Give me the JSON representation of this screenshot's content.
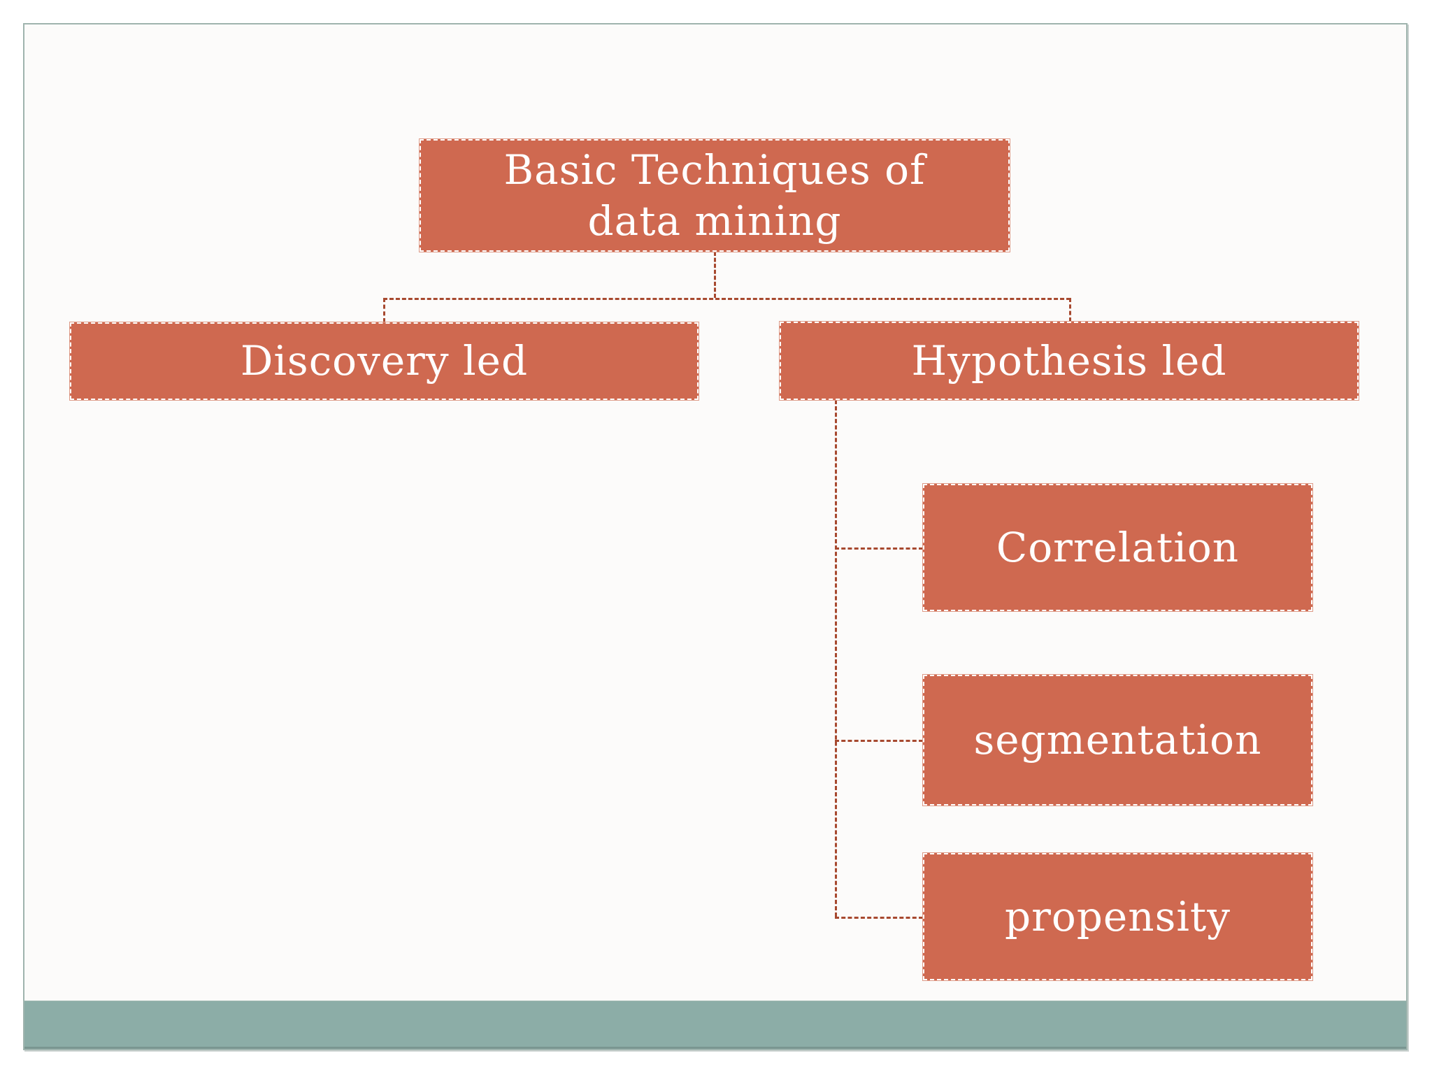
{
  "slide": {
    "kind": "presentation-slide",
    "colors": {
      "node_fill": "#cf6950",
      "node_border_dash": "#ffffff",
      "node_text": "#ffffff",
      "connector": "#a7492f",
      "footer_bar": "#8cada7",
      "slide_border": "#9fb4ae",
      "slide_background": "#fcfbfa"
    },
    "title_box": {
      "label": "Basic Techniques of data mining",
      "line1": "Basic Techniques of",
      "line2": "data mining"
    },
    "nodes": {
      "discovery": {
        "label": "Discovery led"
      },
      "hypothesis": {
        "label": "Hypothesis led"
      },
      "correlation": {
        "label": "Correlation"
      },
      "segmentation": {
        "label": "segmentation"
      },
      "propensity": {
        "label": "propensity"
      }
    }
  },
  "diagram": {
    "type": "hierarchy",
    "line_style": "dashed",
    "root": "Basic Techniques of data mining",
    "tree": {
      "label": "Basic Techniques of data mining",
      "children": [
        {
          "label": "Discovery led",
          "children": []
        },
        {
          "label": "Hypothesis led",
          "children": [
            {
              "label": "Correlation"
            },
            {
              "label": "segmentation"
            },
            {
              "label": "propensity"
            }
          ]
        }
      ]
    }
  }
}
